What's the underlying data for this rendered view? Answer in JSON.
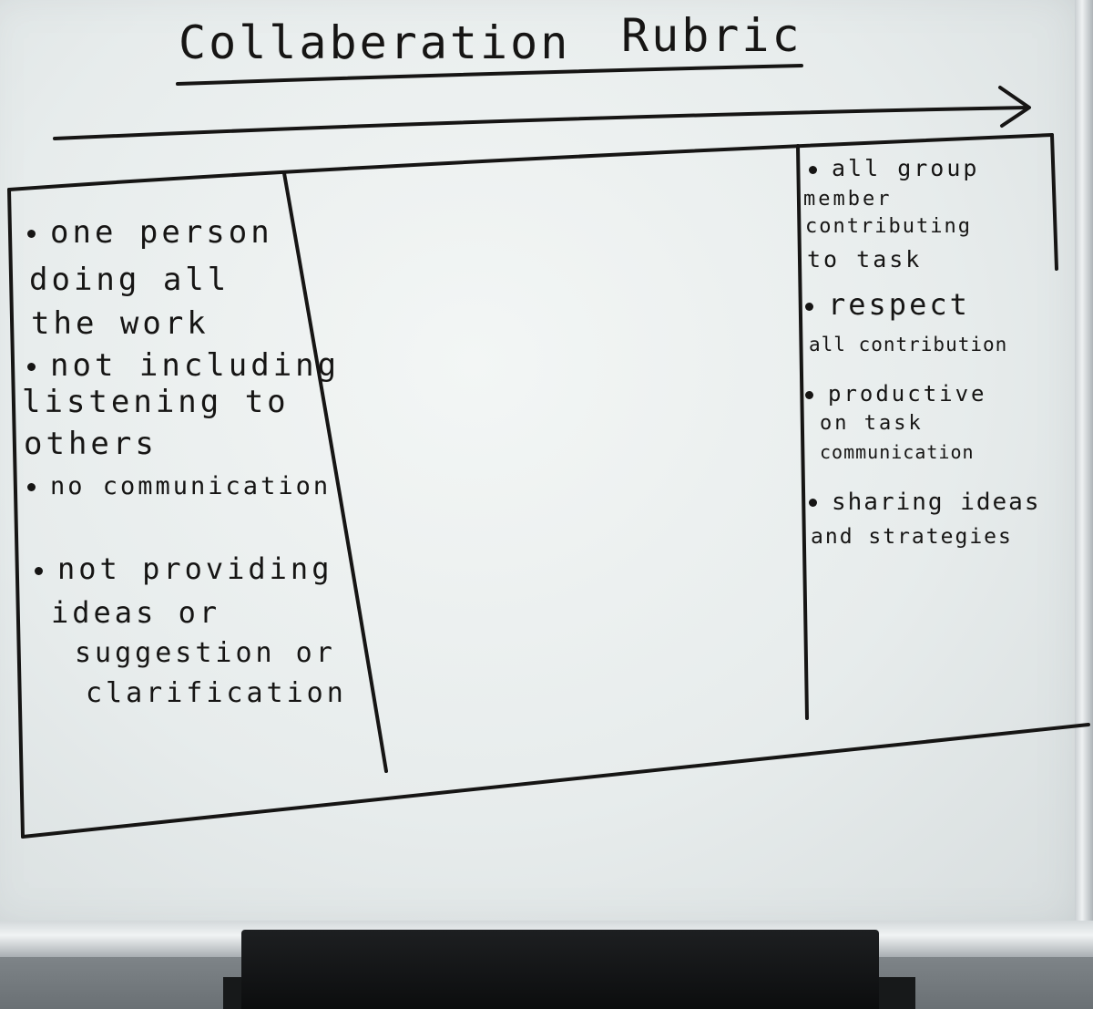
{
  "title": {
    "word1": "Collaberation",
    "word2": "Rubric"
  },
  "left_column": [
    {
      "bullet": true,
      "text": "one person"
    },
    {
      "bullet": false,
      "text": "doing all"
    },
    {
      "bullet": false,
      "text": "the work"
    },
    {
      "bullet": true,
      "text": "not including"
    },
    {
      "bullet": false,
      "text": "listening to"
    },
    {
      "bullet": false,
      "text": "others"
    },
    {
      "bullet": true,
      "text": "no communication"
    },
    {
      "bullet": true,
      "text": "not providing"
    },
    {
      "bullet": false,
      "text": "ideas or"
    },
    {
      "bullet": false,
      "text": "suggestion or"
    },
    {
      "bullet": false,
      "text": "clarification"
    }
  ],
  "right_column": [
    {
      "bullet": true,
      "text": "all group"
    },
    {
      "bullet": false,
      "text": "member"
    },
    {
      "bullet": false,
      "text": "contributing"
    },
    {
      "bullet": false,
      "text": "to task"
    },
    {
      "bullet": true,
      "text": "respect"
    },
    {
      "bullet": false,
      "text": "all contribution"
    },
    {
      "bullet": true,
      "text": "productive"
    },
    {
      "bullet": false,
      "text": "on task"
    },
    {
      "bullet": false,
      "text": "communication"
    },
    {
      "bullet": true,
      "text": "sharing ideas"
    },
    {
      "bullet": false,
      "text": "and strategies"
    }
  ],
  "colors": {
    "marker_ink": "#161514",
    "board_white": "#eef2f1",
    "frame_silver": "#c9ced1",
    "stand_black": "#111213"
  }
}
